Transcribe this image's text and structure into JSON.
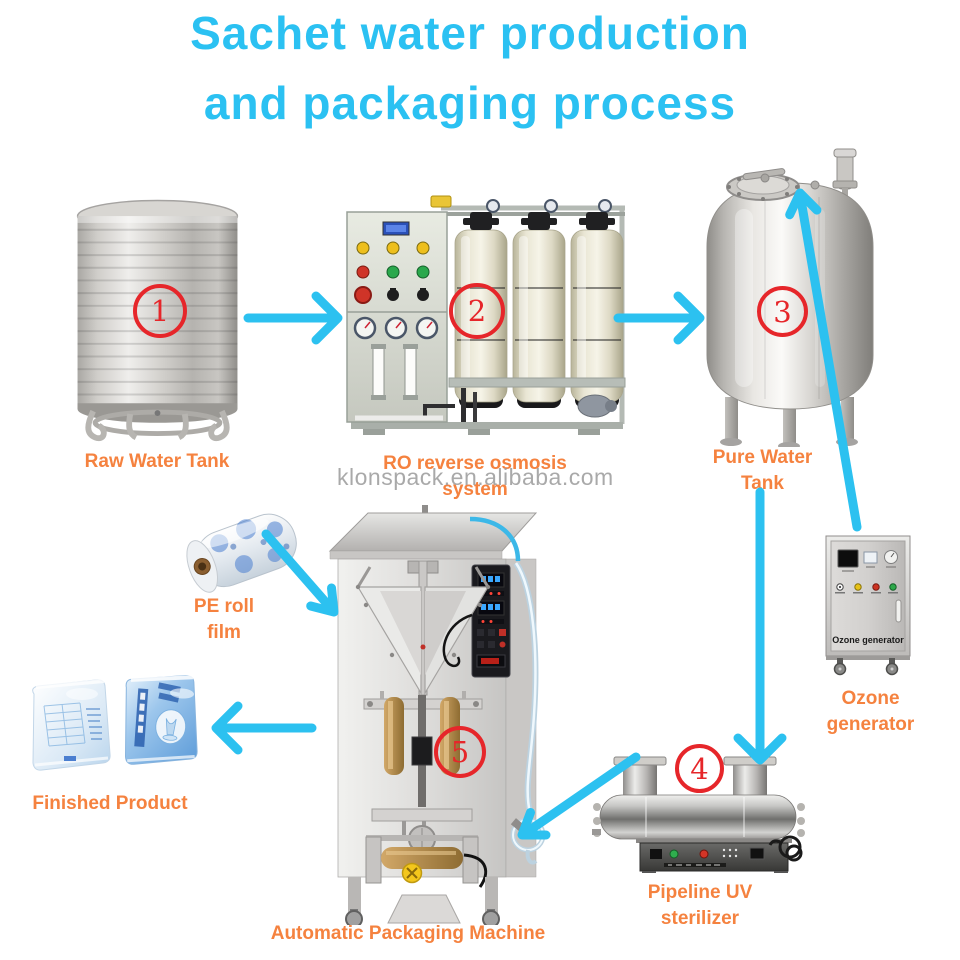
{
  "title": {
    "line1": "Sachet water production",
    "line2": "and packaging process"
  },
  "watermark": "klonspack.en.alibaba.com",
  "steps": [
    {
      "num": "1",
      "name": "Raw Water Tank"
    },
    {
      "num": "2",
      "name": "RO reverse osmosis system"
    },
    {
      "num": "3",
      "name": "Pure Water Tank"
    },
    {
      "num": "4",
      "name": "Pipeline UV sterilizer"
    },
    {
      "num": "5",
      "name": "Automatic Packaging Machine"
    }
  ],
  "labels": {
    "raw_water_tank": "Raw Water Tank",
    "ro_system_line1": "RO reverse osmosis",
    "ro_system_line2": "system",
    "pure_water_tank_line1": "Pure Water",
    "pure_water_tank_line2": "Tank",
    "pe_roll_film_line1": "PE roll",
    "pe_roll_film_line2": "film",
    "finished_product": "Finished Product",
    "ozone_generator_line1": "Ozone",
    "ozone_generator_line2": "generator",
    "uv_sterilizer_line1": "Pipeline UV",
    "uv_sterilizer_line2": "sterilizer",
    "packaging_machine": "Automatic Packaging Machine"
  },
  "equipment_text": {
    "ozone_panel": "Ozone generator"
  },
  "colors": {
    "title": "#2bc1f2",
    "arrows": "#2cc1f0",
    "labels": "#f5823f",
    "step_circles": "#e6262a",
    "watermark": "#9b9b9b"
  }
}
